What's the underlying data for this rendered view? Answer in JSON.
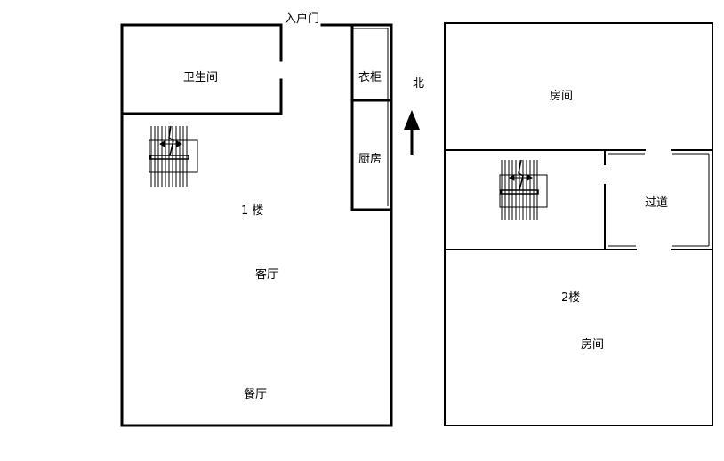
{
  "floor1": {
    "entrance_label": "入户门",
    "rooms": {
      "bathroom": "卫生间",
      "wardrobe": "衣柜",
      "kitchen": "厨房",
      "living_room": "客厅",
      "dining_room": "餐厅"
    },
    "floor_label": "1 楼"
  },
  "compass": {
    "north_label": "北"
  },
  "floor2": {
    "rooms": {
      "room_top": "房间",
      "corridor": "过道",
      "room_bottom": "房间"
    },
    "floor_label": "2楼"
  },
  "colors": {
    "wall": "#000000",
    "stair": "#000000",
    "background": "#ffffff"
  }
}
